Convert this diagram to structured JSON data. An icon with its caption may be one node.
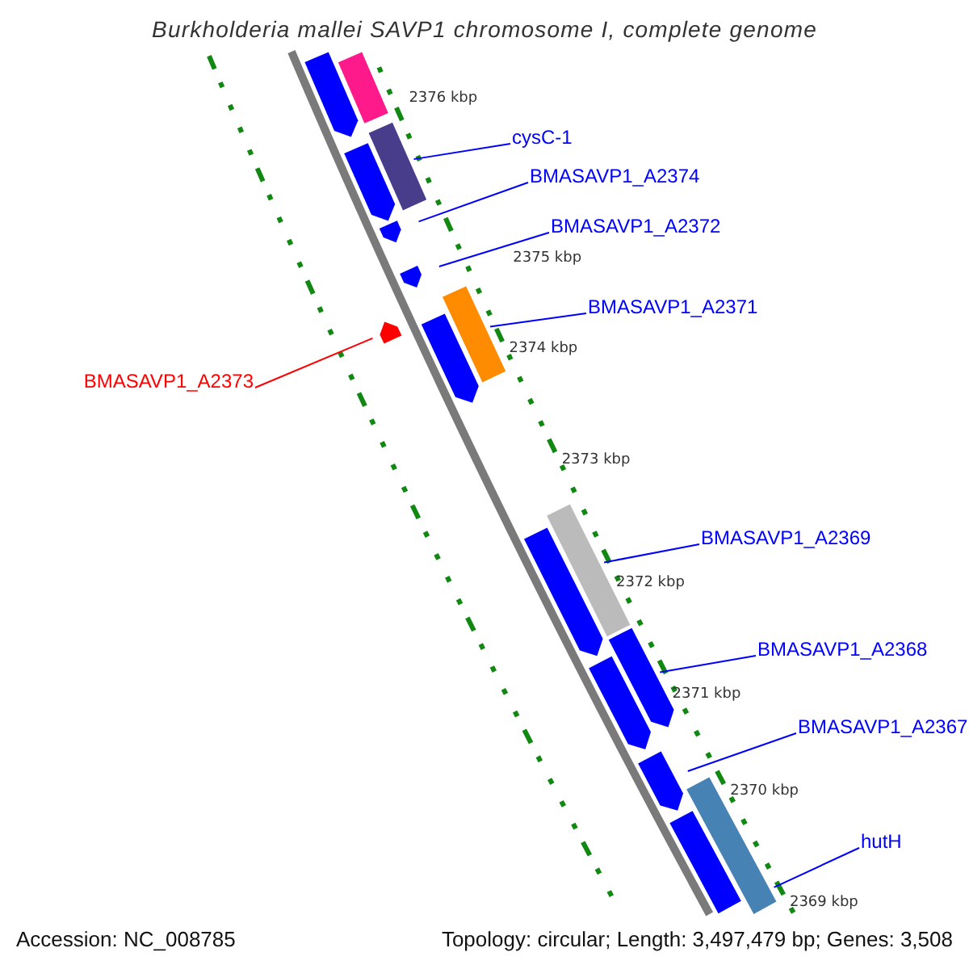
{
  "diagram": {
    "title": "Burkholderia mallei SAVP1 chromosome I, complete genome",
    "nodes": [
      {
        "text": [
          "cysC-1"
        ]
      },
      {
        "text": [
          "BMASAVP1_A2374"
        ]
      },
      {
        "text": [
          "BMASAVP1_A2372"
        ]
      },
      {
        "text": [
          "BMASAVP1_A2371"
        ]
      },
      {
        "text": [
          "BMASAVP1_A2373"
        ]
      },
      {
        "text": [
          "BMASAVP1_A2369"
        ]
      },
      {
        "text": [
          "BMASAVP1_A2368"
        ]
      },
      {
        "text": [
          "BMASAVP1_A2367"
        ]
      },
      {
        "text": [
          "hutH"
        ]
      }
    ],
    "edges": [
      {
        "from": 0,
        "to": null,
        "arrow": "none"
      },
      {
        "from": 1,
        "to": null,
        "arrow": "none"
      },
      {
        "from": 2,
        "to": null,
        "arrow": "none"
      },
      {
        "from": 3,
        "to": null,
        "arrow": "none"
      },
      {
        "from": 4,
        "to": null,
        "arrow": "none",
        "color": "#ff0000"
      },
      {
        "from": 5,
        "to": null,
        "arrow": "none"
      },
      {
        "from": 6,
        "to": null,
        "arrow": "none"
      },
      {
        "from": 7,
        "to": null,
        "arrow": "none"
      },
      {
        "from": 8,
        "to": null,
        "arrow": "none"
      }
    ],
    "labels": [
      "2376 kbp",
      "2375 kbp",
      "2374 kbp",
      "2373 kbp",
      "2372 kbp",
      "2371 kbp",
      "2370 kbp",
      "2369 kbp",
      "Accession: NC_008785",
      "Topology: circular; Length: 3,497,479 bp; Genes: 3,508"
    ]
  }
}
